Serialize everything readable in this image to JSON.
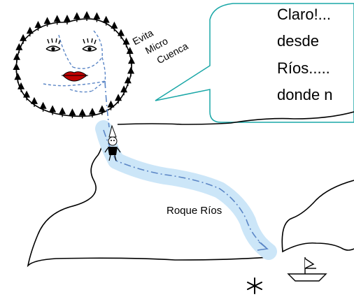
{
  "watershed_label": [
    "Evita",
    "Micro",
    "Cuenca"
  ],
  "river_label": "Roque Ríos",
  "speech_bubble": {
    "lines": [
      "Claro!...",
      "desde",
      "Ríos.....",
      "donde n"
    ]
  },
  "colors": {
    "river_fill": "#cce6f8",
    "river_path": "#5b86c6",
    "lips": "#c00000",
    "bubble_border": "#1aa7a7",
    "ink": "#000000"
  },
  "icons": [
    "tree-icon",
    "person-icon",
    "boat-icon",
    "asterisk-icon"
  ]
}
